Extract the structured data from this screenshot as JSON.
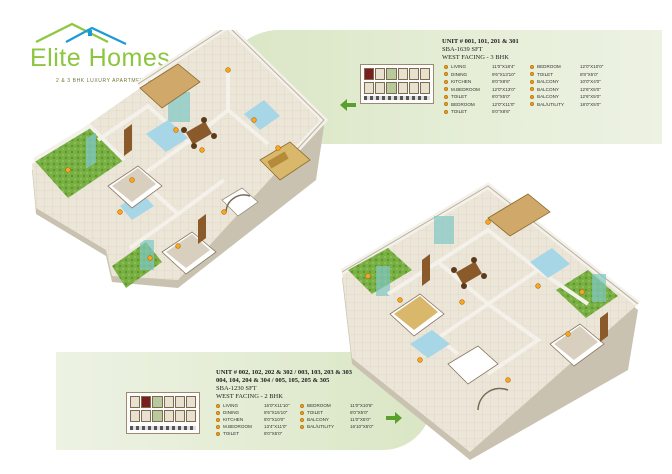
{
  "brand": {
    "name": "Elite Homes",
    "tagline": "2 & 3 BHK LUXURY APARTMENTS",
    "green": "#8cc63f",
    "blue": "#1b9ad6"
  },
  "unit_3bhk": {
    "title": "UNIT # 001, 101, 201 & 301",
    "area": "SBA-1639 SFT",
    "facing": "WEST FACING - 3 BHK",
    "rooms_left": [
      {
        "name": "LIVING",
        "size": "11'0\"X18'4\""
      },
      {
        "name": "DINING",
        "size": "9'6\"X13'10\""
      },
      {
        "name": "KITCHEN",
        "size": "8'0\"X8'6\""
      },
      {
        "name": "M.BEDROOM",
        "size": "12'0\"X13'0\""
      },
      {
        "name": "TOILET",
        "size": "8'0\"X5'0\""
      },
      {
        "name": "BEDROOM",
        "size": "12'0\"X11'0\""
      },
      {
        "name": "TOILET",
        "size": "5'0\"X8'6\""
      }
    ],
    "rooms_right": [
      {
        "name": "BEDROOM",
        "size": "12'0\"X10'0\""
      },
      {
        "name": "TOILET",
        "size": "8'8\"X5'0\""
      },
      {
        "name": "BALCONY",
        "size": "10'0\"X4'0\""
      },
      {
        "name": "BALCONY",
        "size": "12'6\"X5'0\""
      },
      {
        "name": "BALCONY",
        "size": "12'6\"X5'0\""
      },
      {
        "name": "BAL/UTILITY",
        "size": "18'0\"X5'0\""
      }
    ]
  },
  "unit_2bhk": {
    "title_1": "UNIT # 002, 102, 202 & 302 / 003, 103, 203 & 303",
    "title_2": "004, 104, 204 & 304 / 005, 105, 205 & 305",
    "area": "SBA-1230 SFT",
    "facing": "WEST FACING - 2 BHK",
    "rooms_left": [
      {
        "name": "LIVING",
        "size": "15'0\"X11'10\""
      },
      {
        "name": "DINING",
        "size": "8'6\"X15'10\""
      },
      {
        "name": "KITCHEN",
        "size": "8'0\"X10'0\""
      },
      {
        "name": "M.BEDROOM",
        "size": "13'4\"X11'0\""
      },
      {
        "name": "TOILET",
        "size": "8'0\"X5'0\""
      }
    ],
    "rooms_right": [
      {
        "name": "BEDROOM",
        "size": "11'0\"X10'6\""
      },
      {
        "name": "TOILET",
        "size": "8'0\"X5'0\""
      },
      {
        "name": "BALCONY",
        "size": "11'0\"X5'0\""
      },
      {
        "name": "BAL/UTILITY",
        "size": "16'10\"X5'0\""
      }
    ]
  },
  "colors": {
    "floor": "#e9e2d2",
    "wall": "#f4f1ea",
    "wall_side": "#c9c2b1",
    "grass": "#7cb342",
    "glass": "#7fc7c4",
    "water": "#a7d6e6",
    "wood": "#8a5a2b",
    "marker": "#f5a623",
    "arrow": "#5aa02c"
  }
}
